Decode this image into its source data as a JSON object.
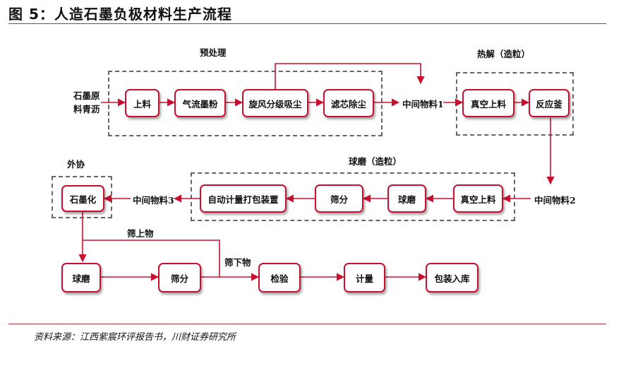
{
  "header": {
    "figure_label": "图 5：",
    "title": "人造石墨负极材料生产流程"
  },
  "source": "资料来源：江西紫宸环评报告书，川财证券研究所",
  "groups": {
    "pretreatment": "预处理",
    "pyrolysis": "热解（造粒）",
    "ball_mill": "球磨（造粒）",
    "outsourced": "外协"
  },
  "labels": {
    "raw_material": "石墨原料青沥",
    "intermediate1": "中间物料1",
    "intermediate2": "中间物料2",
    "intermediate3": "中间物料3",
    "oversize": "筛上物",
    "undersize": "筛下物"
  },
  "steps": {
    "feeding": "上料",
    "jet_mill": "气流墨粉",
    "cyclone": "旋风分级吸尘",
    "filter": "滤芯除尘",
    "vacuum_feed1": "真空上料",
    "reactor": "反应釜",
    "vacuum_feed2": "真空上料",
    "ball_mill": "球磨",
    "sieve1": "筛分",
    "auto_pack": "自动计量打包装置",
    "graphitize": "石墨化",
    "ball_mill2": "球磨",
    "sieve2": "筛分",
    "inspect": "检验",
    "metering": "计量",
    "storage": "包装入库"
  },
  "colors": {
    "accent": "#c8102e",
    "rule": "#b0343c",
    "dash": "#666666"
  }
}
